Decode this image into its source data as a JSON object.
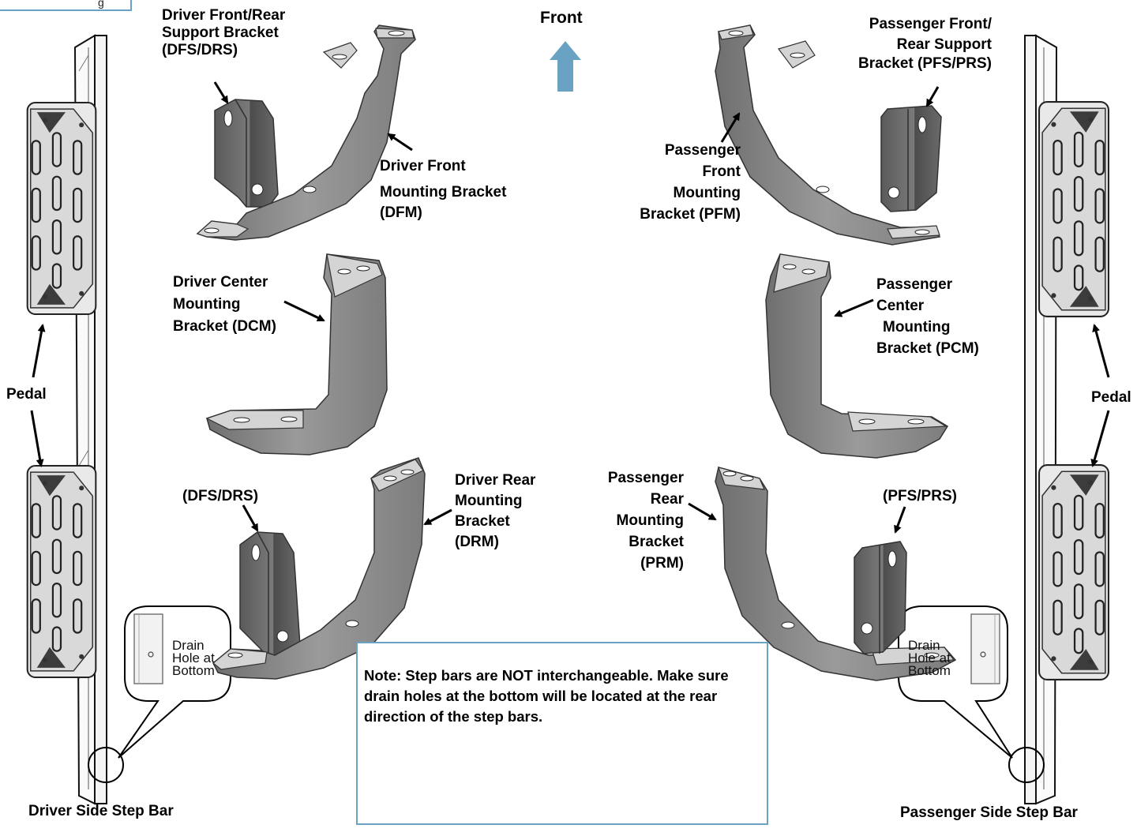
{
  "corner_tab": "g",
  "front_label": "Front",
  "labels": {
    "dfs_drs_top": [
      "Driver Front/Rear",
      "Support Bracket",
      "(DFS/DRS)"
    ],
    "dfm": [
      "Driver Front",
      "Mounting Bracket",
      "(DFM)"
    ],
    "dcm": [
      "Driver Center",
      "Mounting",
      "Bracket (DCM)"
    ],
    "dfs_drs_bottom": "(DFS/DRS)",
    "drm": [
      "Driver Rear",
      "Mounting",
      "Bracket",
      "(DRM)"
    ],
    "pfs_prs_top": [
      "Passenger Front/",
      "Rear  Support",
      "Bracket (PFS/PRS)"
    ],
    "pfm": [
      "Passenger",
      "Front",
      "Mounting",
      "Bracket (PFM)"
    ],
    "pcm": [
      "Passenger",
      "Center",
      "Mounting",
      "Bracket (PCM)"
    ],
    "pfs_prs_bottom": "(PFS/PRS)",
    "prm": [
      "Passenger",
      "Rear",
      "Mounting",
      "Bracket",
      "(PRM)"
    ],
    "pedal_left": "Pedal",
    "pedal_right": "Pedal",
    "driver_bar": "Driver Side Step Bar",
    "passenger_bar": "Passenger Side Step Bar"
  },
  "callouts": {
    "left": [
      "Drain",
      "Hole at",
      "Bottom"
    ],
    "right": [
      "Drain",
      "Hole at",
      "Bottom"
    ]
  },
  "note": "Note: Step bars are NOT interchangeable. Make sure drain holes at the bottom will be located at the rear direction of the step bars.",
  "colors": {
    "bracket_fill": "#8c8c8c",
    "bracket_dark": "#5e5e5e",
    "flange_fill": "#d4d4d4",
    "arrow_blue": "#6aa2c4",
    "box_border": "#6aa2c4"
  }
}
